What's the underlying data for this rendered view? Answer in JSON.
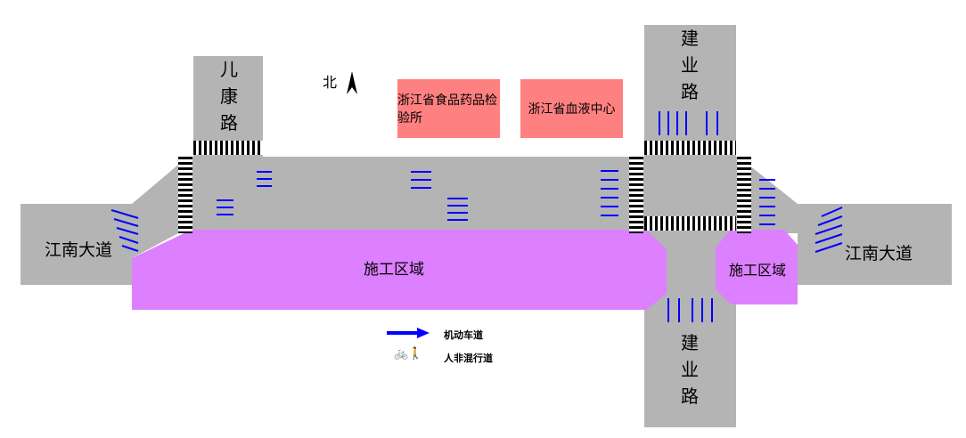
{
  "north_label": "北",
  "roads": {
    "erkang": "儿康路",
    "jianye_north": "建业路",
    "jianye_south": "建业路",
    "jiangnan_west": "江南大道",
    "jiangnan_east": "江南大道"
  },
  "buildings": [
    "浙江省食品药品检验所",
    "浙江省血液中心"
  ],
  "construction": {
    "main": "施工区域",
    "east": "施工区域"
  },
  "legend": {
    "vehicle_lane": "机动车道",
    "mixed_lane": "人非混行道"
  },
  "colors": {
    "road": "#b4b4b4",
    "construction": "#dd80ff",
    "building": "#ff8080",
    "arrow": "#0000ff"
  }
}
